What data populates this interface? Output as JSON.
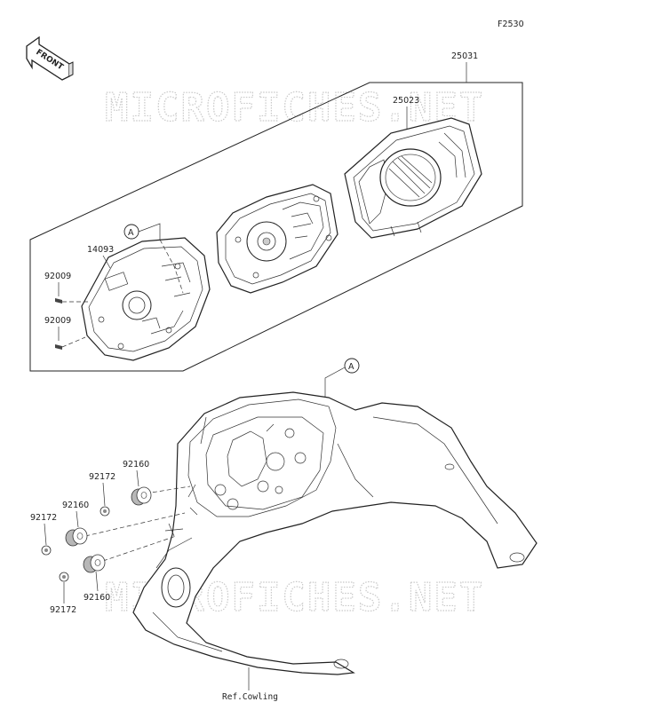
{
  "diagram_code": "F2530",
  "front_label": "FRONT",
  "watermark": "MICROFICHES.NET",
  "ref_circle": "A",
  "parts": {
    "meter_assy": "25031",
    "meter_case_cover": "25023",
    "meter_case_lower": "14093",
    "screw_1": "92009",
    "screw_2": "92009",
    "damper_1": "92160",
    "damper_2": "92160",
    "damper_3": "92160",
    "collar_1": "92172",
    "collar_2": "92172",
    "collar_3": "92172"
  },
  "ref_note": "Ref.Cowling"
}
